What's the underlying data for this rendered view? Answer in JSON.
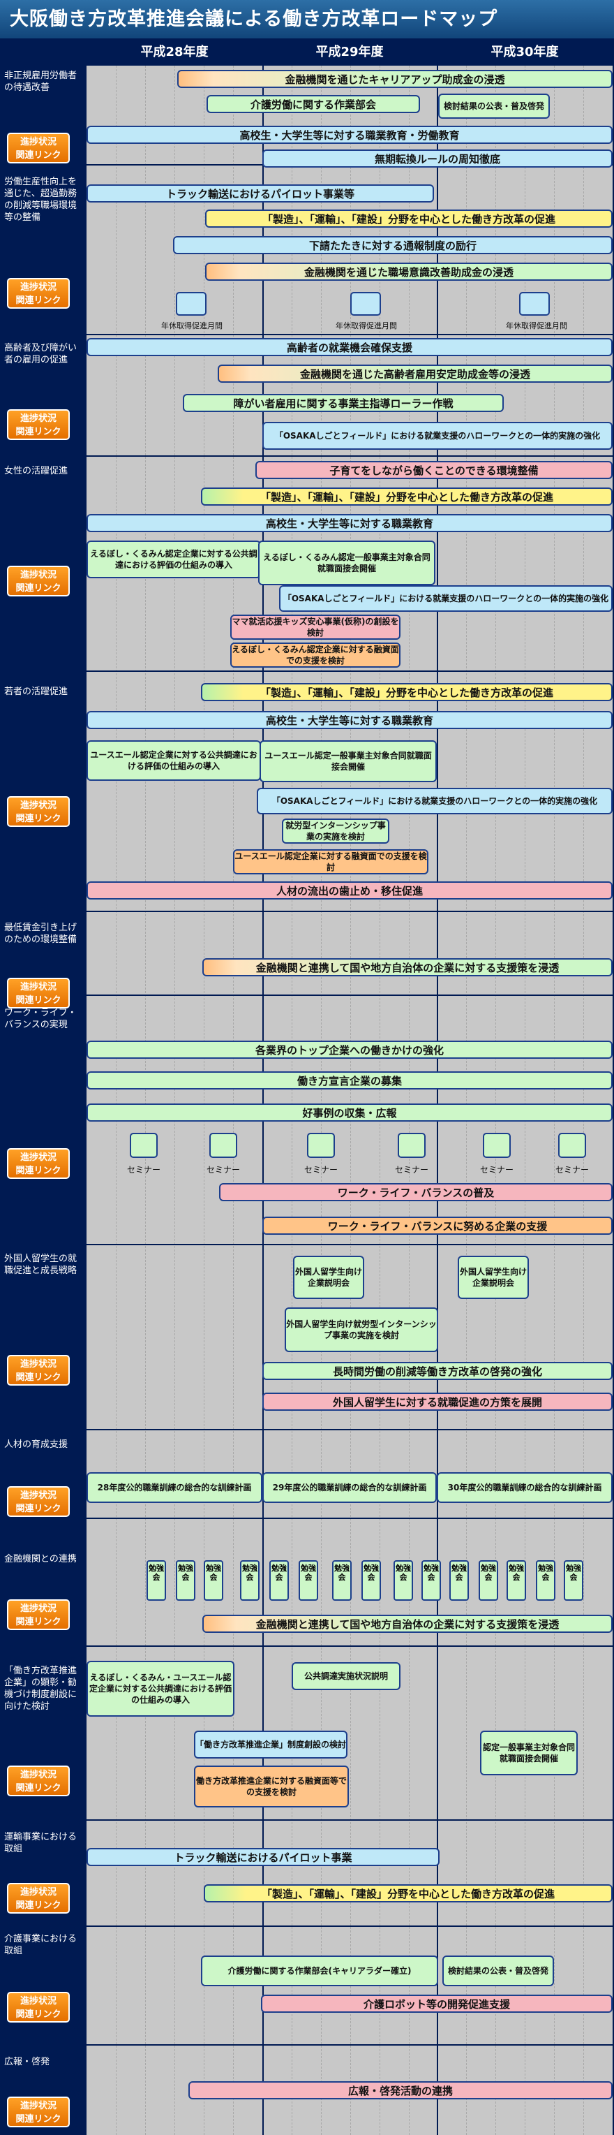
{
  "title": "大阪働き方改革推進会議による働き方改革ロードマップ",
  "years": [
    "平成28年度",
    "平成29年度",
    "平成30年度"
  ],
  "link_label": "進捗状況\n関連リンク",
  "sections": {
    "s1": "非正規雇用労働者の待遇改善",
    "s2": "労働生産性向上を通じた、超過勤務の削減等職場環境等の整備",
    "s3": "高齢者及び障がい者の雇用の促進",
    "s4": "女性の活躍促進",
    "s5": "若者の活躍促進",
    "s6": "最低賃金引き上げのための環境整備",
    "s7": "ワーク・ライフ・バランスの実現",
    "s8": "外国人留学生の就職促進と成長戦略",
    "s9": "人材の育成支援",
    "s10": "金融機関との連携",
    "s11": "「働き方改革推進企業」の顕彰・勧機づけ制度創設に向けた検討",
    "s12": "運輸事業における取組",
    "s13": "介護事業における取組",
    "s14": "広報・啓発"
  },
  "items": {
    "a1": "金融機関を通じたキャリアアップ助成金の浸透",
    "a2": "介護労働に関する作業部会",
    "a3": "検討結果の公表・普及啓発",
    "a4": "高校生・大学生等に対する職業教育・労働教育",
    "a5": "無期転換ルールの周知徹底",
    "b1": "トラック輸送におけるパイロット事業等",
    "b2": "「製造」、「運輸」、「建設」分野を中心とした働き方改革の促進",
    "b3": "下請たたきに対する通報制度の励行",
    "b4": "金融機関を通じた職場意識改善助成金の浸透",
    "b5": "年休取得促進月間",
    "c1": "高齢者の就業機会確保支援",
    "c2": "金融機関を通じた高齢者雇用安定助成金等の浸透",
    "c3": "障がい者雇用に関する事業主指導ローラー作戦",
    "c4": "「OSAKAしごとフィールド」における就業支援のハローワークとの一体的実施の強化",
    "d1": "子育てをしながら働くことのできる環境整備",
    "d2": "「製造」、「運輸」、「建設」分野を中心とした働き方改革の促進",
    "d3": "高校生・大学生等に対する職業教育",
    "d4": "えるぼし・くるみん認定企業に対する公共調達における評価の仕組みの導入",
    "d5": "えるぼし・くるみん認定一般事業主対象合同就職面接会開催",
    "d6": "「OSAKAしごとフィールド」における就業支援のハローワークとの一体的実施の強化",
    "d7": "ママ就活応援キッズ安心事業(仮称)の創設を検討",
    "d8": "えるぼし・くるみん認定企業に対する融資面での支援を検討",
    "e1": "「製造」、「運輸」、「建設」分野を中心とした働き方改革の促進",
    "e2": "高校生・大学生等に対する職業教育",
    "e3": "ユースエール認定企業に対する公共調達における評価の仕組みの導入",
    "e4": "ユースエール認定一般事業主対象合同就職面接会開催",
    "e5": "「OSAKAしごとフィールド」における就業支援のハローワークとの一体的実施の強化",
    "e6": "就労型インターンシップ事業の実施を検討",
    "e7": "ユースエール認定企業に対する融資面での支援を検討",
    "e8": "人材の流出の歯止め・移住促進",
    "f1": "金融機関と連携して国や地方自治体の企業に対する支援策を浸透",
    "g1": "各業界のトップ企業への働きかけの強化",
    "g2": "働き方宣言企業の募集",
    "g3": "好事例の収集・広報",
    "g4": "セミナー",
    "g5": "ワーク・ライフ・バランスの普及",
    "g6": "ワーク・ライフ・バランスに努める企業の支援",
    "h1": "外国人留学生向け企業説明会",
    "h2": "外国人留学生向け就労型インターンシップ事業の実施を検討",
    "h3": "長時間労働の削減等働き方改革の啓発の強化",
    "h4": "外国人留学生に対する就職促進の方策を展開",
    "i1": "28年度公的職業訓練の総合的な訓練計画",
    "i2": "29年度公的職業訓練の総合的な訓練計画",
    "i3": "30年度公的職業訓練の総合的な訓練計画",
    "j1": "勉強会",
    "j2": "金融機関と連携して国や地方自治体の企業に対する支援策を浸透",
    "k1": "えるぼし・くるみん・ユースエール認定企業に対する公共調達における評価の仕組みの導入",
    "k2": "公共調達実施状況説明",
    "k3": "「働き方改革推進企業」制度創設の検討",
    "k4": "働き方改革推進企業に対する融資面等での支援を検討",
    "k5": "認定一般事業主対象合同就職面接会開催",
    "l1": "トラック輸送におけるパイロット事業",
    "l2": "「製造」、「運輸」、「建設」分野を中心とした働き方改革の促進",
    "m1": "介護労働に関する作業部会(キャリアラダー確立)",
    "m2": "検討結果の公表・普及啓発",
    "m3": "介護ロボット等の開発促進支援",
    "n1": "広報・啓発活動の連携"
  }
}
